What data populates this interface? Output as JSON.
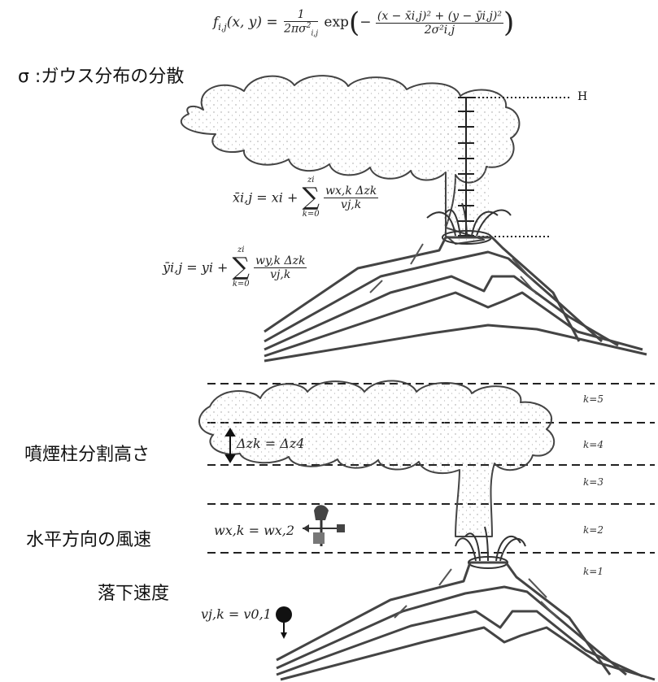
{
  "formulas": {
    "gaussian": "f_{i,j}(x,y) = 1/(2πσ²_{i,j}) exp( −((x − x̄_{i,j})² + (y − ȳ_{i,j})²) / (2σ²_{i,j}) )",
    "gaussian_lhs": "f",
    "gaussian_sub": "i,j",
    "gaussian_args": "(x, y) =",
    "gaussian_frac_num": "1",
    "gaussian_frac_den": "2πσ",
    "gaussian_exp": "exp",
    "gaussian_num": "(x − x̄i,j)² + (y − ȳi,j)²",
    "gaussian_den": "2σ²i,j",
    "xbar_lhs": "x̄i,j = xi +",
    "xbar_frac_num": "wx,k Δzk",
    "xbar_frac_den": "vj,k",
    "ybar_lhs": "ȳi,j = yi +",
    "ybar_frac_num": "wy,k Δzk",
    "ybar_frac_den": "vj,k",
    "sum_top": "zi",
    "sum_bottom": "k=0",
    "dz_eq": "Δzk = Δz4",
    "wind_eq": "wx,k = wx,2",
    "fall_eq": "vj,k = v0,1"
  },
  "labels": {
    "sigma_note": "σ :ガウス分布の分散",
    "height_marker": "H",
    "column_split_height": "噴煙柱分割高さ",
    "horizontal_wind": "水平方向の風速",
    "fall_speed": "落下速度"
  },
  "layers": [
    "k=5",
    "k=4",
    "k=3",
    "k=2",
    "k=1"
  ],
  "icons": [
    "weather-vane-icon",
    "particle-icon"
  ]
}
